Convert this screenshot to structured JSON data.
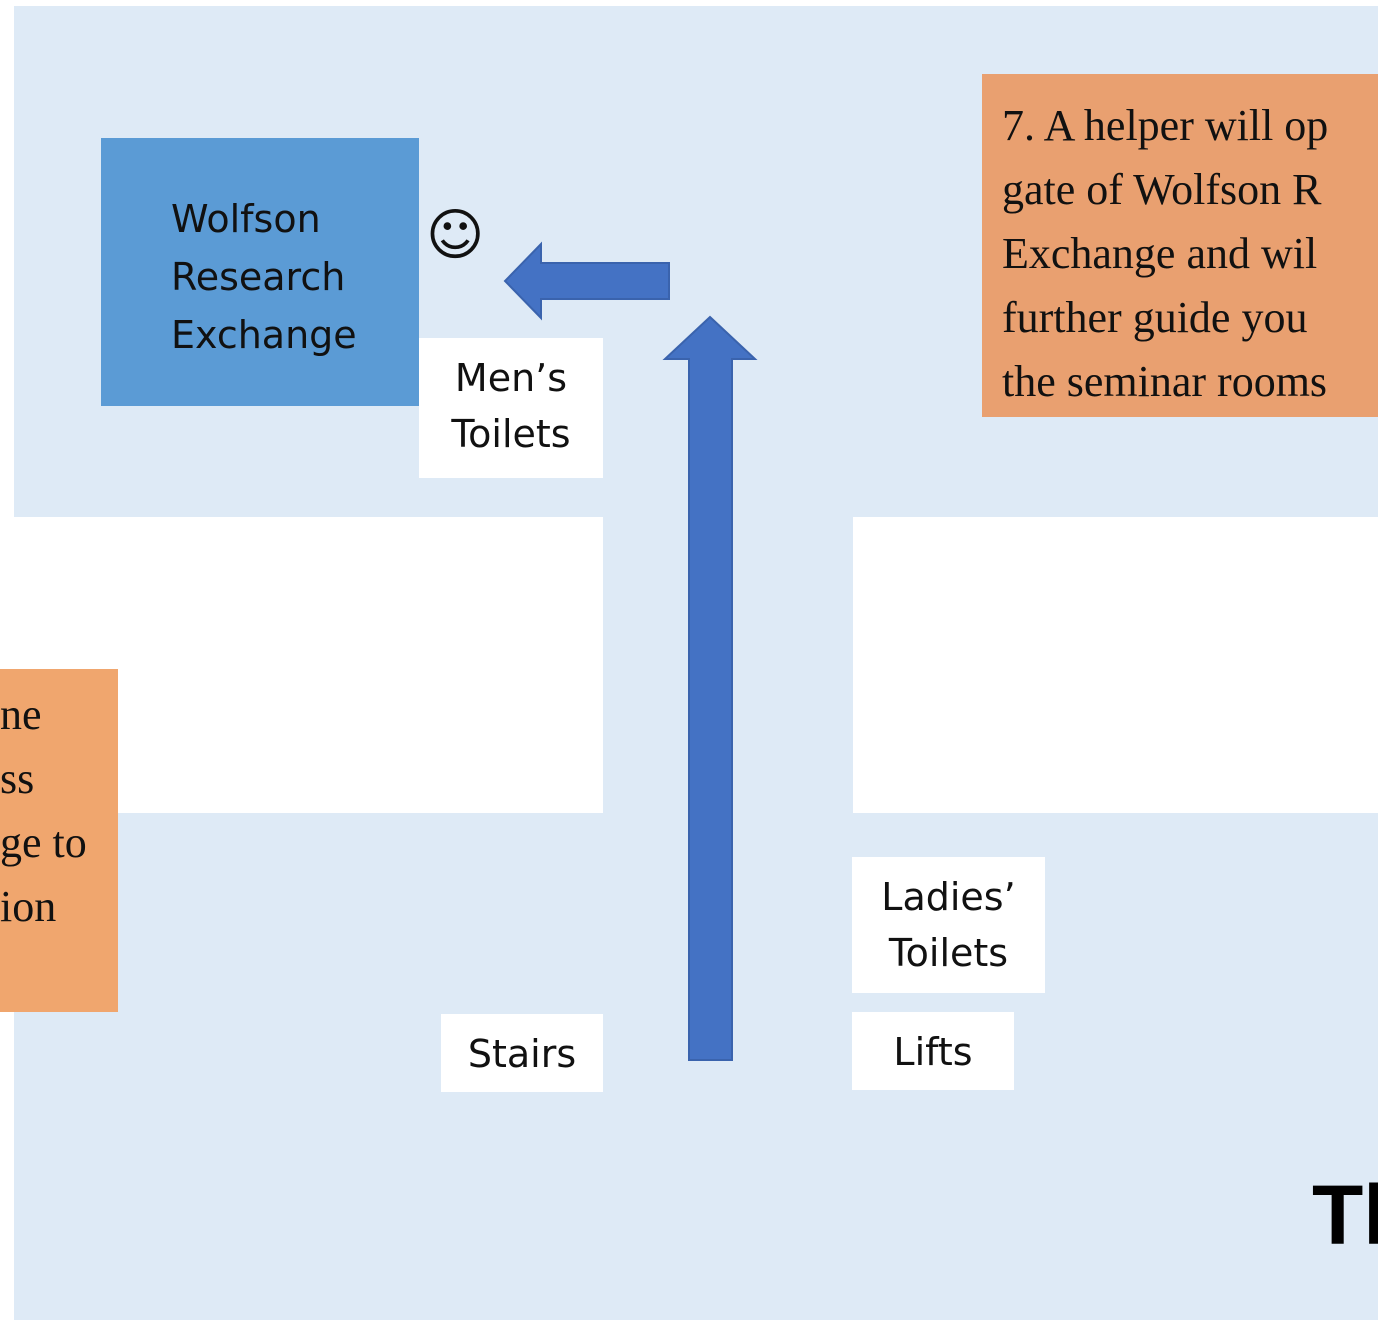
{
  "building": {
    "label_lines": [
      "Wolfson",
      "Research",
      "Exchange"
    ]
  },
  "smiley": "☺",
  "labels": {
    "mens_toilets": [
      "Men’s",
      "Toilets"
    ],
    "ladies_toilets": [
      "Ladies’",
      "Toilets"
    ],
    "stairs": "Stairs",
    "lifts": "Lifts"
  },
  "notes": {
    "step7": [
      "7. A helper will op",
      "gate of Wolfson R",
      "Exchange and wil",
      "further guide you",
      "the seminar rooms"
    ],
    "previous_step": [
      "ne",
      "ss",
      "ge to",
      "ion"
    ]
  },
  "heading_fragment": "Th",
  "colors": {
    "floor": "#deeaf6",
    "building": "#5b9bd5",
    "arrow": "#4472c4",
    "note": "#e9a070"
  }
}
